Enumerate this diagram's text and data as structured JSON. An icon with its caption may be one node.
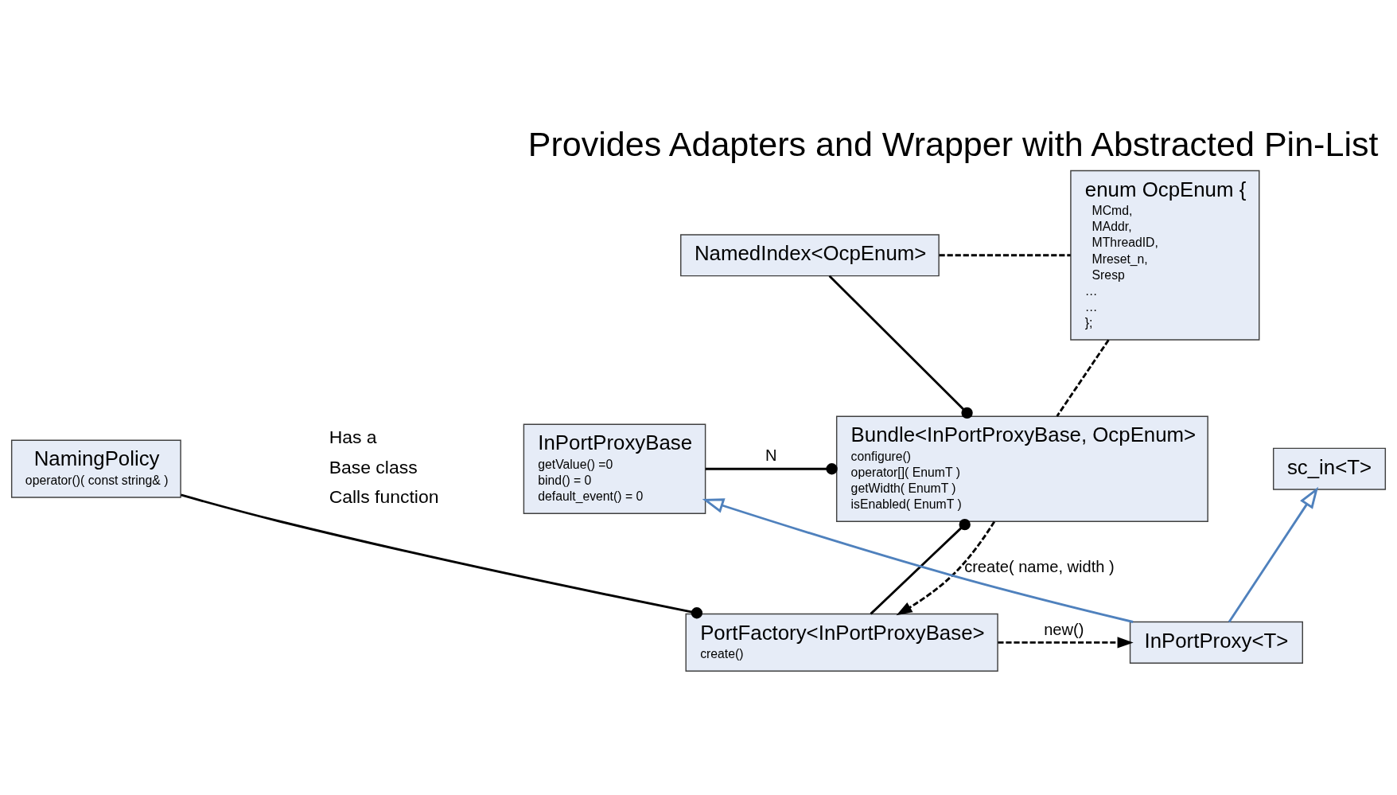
{
  "diagram": {
    "title": "Provides Adapters and Wrapper with Abstracted Pin-List",
    "nodes": [
      {
        "text": [
          "NamedIndex<OcpEnum>"
        ]
      },
      {
        "text": [
          "enum OcpEnum {",
          "MCmd,",
          "MAddr,",
          "MThreadID,",
          "Mreset_n,",
          "Sresp",
          "…",
          "…",
          "};"
        ]
      },
      {
        "text": [
          "Bundle<InPortProxyBase, OcpEnum>",
          "configure()",
          "operator[]( EnumT )",
          "getWidth( EnumT )",
          "isEnabled( EnumT )"
        ]
      },
      {
        "text": [
          "InPortProxyBase",
          "getValue() =0",
          "bind() = 0",
          "default_event() = 0"
        ]
      },
      {
        "text": [
          "sc_in<T>"
        ]
      },
      {
        "text": [
          "PortFactory<InPortProxyBase>",
          "create()"
        ]
      },
      {
        "text": [
          "InPortProxy<T>"
        ]
      },
      {
        "text": [
          "NamingPolicy",
          "operator()( const string& )"
        ]
      }
    ],
    "edges": [
      {
        "from": 0,
        "to": 1,
        "arrow": "none",
        "style": "dashed"
      },
      {
        "from": 1,
        "to": 2,
        "arrow": "none",
        "style": "dashed"
      },
      {
        "from": 0,
        "to": 2,
        "arrow": "other"
      },
      {
        "from": 3,
        "to": 2,
        "arrow": "other",
        "label": "N"
      },
      {
        "from": 5,
        "to": 2,
        "arrow": "other"
      },
      {
        "from": 2,
        "to": 5,
        "arrow": "to",
        "style": "dashed",
        "label": "create( name, width )"
      },
      {
        "from": 6,
        "to": 3,
        "arrow": "to",
        "color": "#4f81bd"
      },
      {
        "from": 6,
        "to": 4,
        "arrow": "to",
        "color": "#4f81bd"
      },
      {
        "from": 5,
        "to": 6,
        "arrow": "to",
        "style": "dashed",
        "label": "new()"
      },
      {
        "from": 7,
        "to": 5,
        "arrow": "other"
      }
    ],
    "legend": [
      {
        "text": "Has a"
      },
      {
        "text": "Base class"
      },
      {
        "text": "Calls function"
      }
    ]
  }
}
